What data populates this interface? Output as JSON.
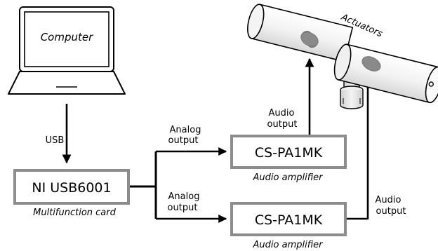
{
  "computer": {
    "label": "Computer"
  },
  "usb": {
    "label": "USB"
  },
  "daq": {
    "title": "NI USB6001",
    "caption": "Multifunction card"
  },
  "amp_top": {
    "title": "CS-PA1MK",
    "caption": "Audio amplifier"
  },
  "amp_bottom": {
    "title": "CS-PA1MK",
    "caption": "Audio amplifier"
  },
  "analog_top": {
    "line1": "Analog",
    "line2": "output"
  },
  "analog_bottom": {
    "line1": "Analog",
    "line2": "output"
  },
  "audio_top": {
    "line1": "Audio",
    "line2": "output"
  },
  "audio_bottom": {
    "line1": "Audio",
    "line2": "output"
  },
  "actuators": {
    "label": "Actuators"
  },
  "colors": {
    "box_border": "#8c8c8c",
    "line": "#000000",
    "actuator_pad": "#8a8a8a"
  }
}
